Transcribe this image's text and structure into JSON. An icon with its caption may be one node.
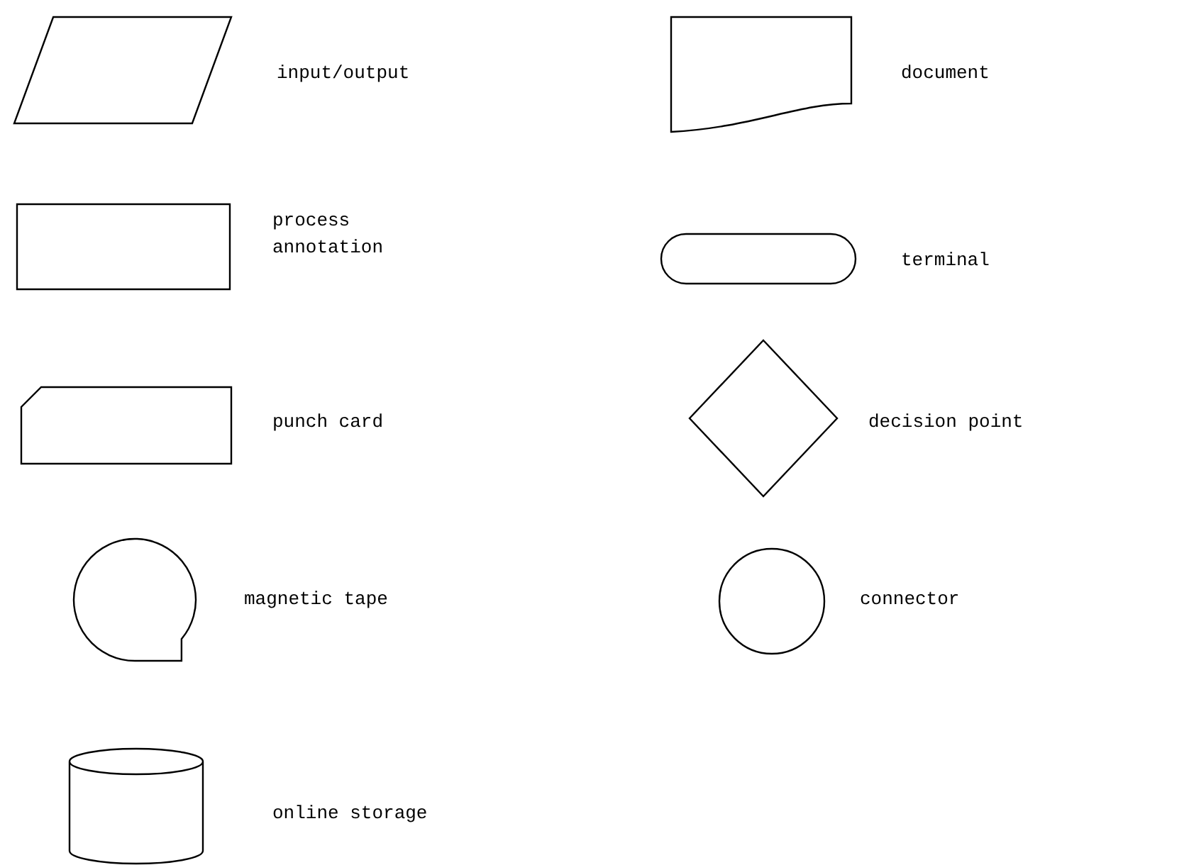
{
  "diagram": {
    "nodes": [
      {
        "text": [],
        "shape": "parallelogram",
        "beside": [
          "input/output"
        ]
      },
      {
        "text": [],
        "shape": "document",
        "beside": [
          "document"
        ]
      },
      {
        "text": [],
        "shape": "box",
        "beside": [
          "process annotation"
        ]
      },
      {
        "text": [],
        "shape": "stadium",
        "beside": [
          "terminal"
        ]
      },
      {
        "text": [],
        "shape": "card",
        "beside": [
          "punch card"
        ]
      },
      {
        "text": [],
        "shape": "diamond",
        "beside": [
          "decision point"
        ]
      },
      {
        "text": [],
        "shape": "tape",
        "beside": [
          "magnetic tape"
        ]
      },
      {
        "text": [],
        "shape": "circle",
        "beside": [
          "connector"
        ]
      },
      {
        "text": [],
        "shape": "cylinder",
        "beside": [
          "online storage"
        ]
      }
    ]
  }
}
